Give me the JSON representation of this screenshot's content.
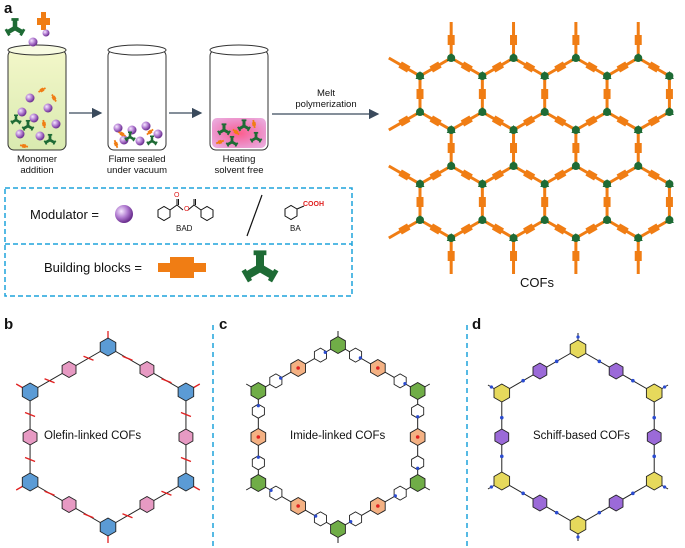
{
  "panels": {
    "a": {
      "letter": "a",
      "steps": [
        {
          "line1": "Monomer",
          "line2": "addition"
        },
        {
          "line1": "Flame sealed",
          "line2": "under vacuum"
        },
        {
          "line1": "Heating",
          "line2": "solvent free"
        }
      ],
      "arrow_label": {
        "line1": "Melt",
        "line2": "polymerization"
      },
      "modulator_label": "Modulator =",
      "bad_label": "BAD",
      "ba_label": "BA",
      "cooh_label": "COOH",
      "ester_o_label": "O",
      "carbonyl_o_label": "O",
      "building_blocks_label": "Building blocks =",
      "cof_label": "COFs"
    },
    "b": {
      "letter": "b",
      "caption": "Olefin-linked COFs"
    },
    "c": {
      "letter": "c",
      "caption": "Imide-linked COFs"
    },
    "d": {
      "letter": "d",
      "caption": "Schiff-based COFs"
    }
  },
  "colors": {
    "orange": "#f07d14",
    "green": "#1e6b35",
    "dashed_blue": "#1fa3dc",
    "modulator_purple": "#b07ad0",
    "ring_blue": "#5b9bd5",
    "ring_pink": "#e79ac3",
    "ring_orange": "#f4b183",
    "ring_green": "#70ad47",
    "ring_yellow": "#e6d95c",
    "ring_purple": "#9b6ad8",
    "link_red": "#e02020",
    "nitrogen_blue": "#2a4bd0"
  }
}
